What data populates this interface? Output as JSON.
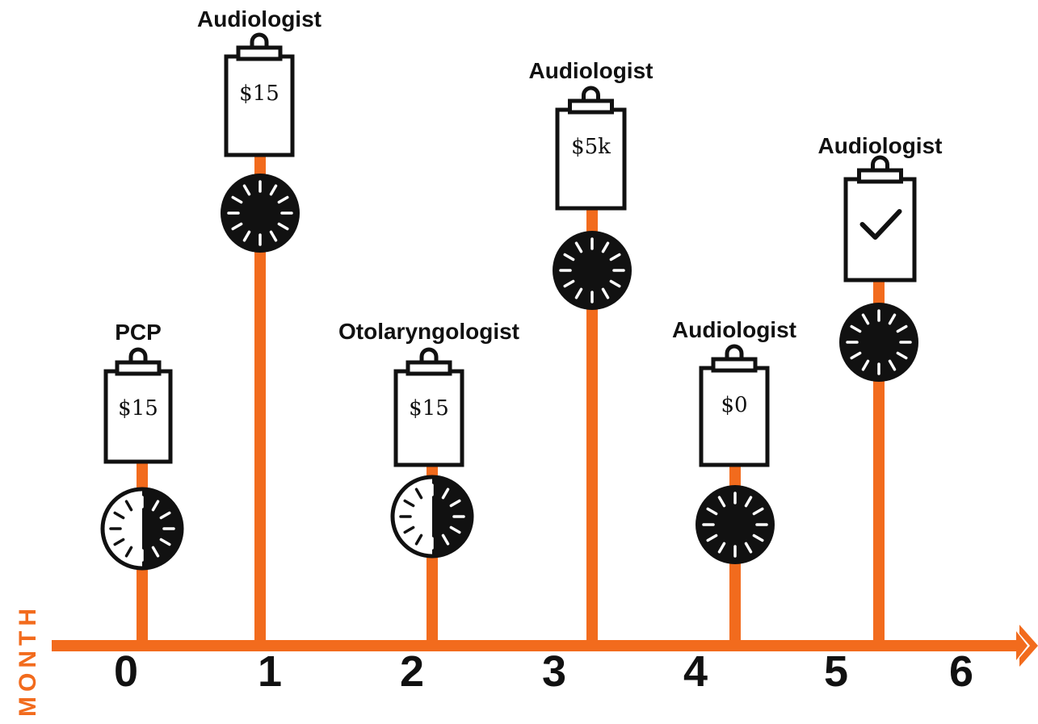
{
  "colors": {
    "accent": "#f26b1d",
    "ink": "#111111",
    "paper": "#ffffff"
  },
  "axis": {
    "title": "MONTH",
    "ticks": [
      "0",
      "1",
      "2",
      "3",
      "4",
      "5",
      "6"
    ]
  },
  "events": [
    {
      "provider": "PCP",
      "fee": "$15",
      "clipboard_icon": "clipboard-icon",
      "clock_icon": "half-clock-icon"
    },
    {
      "provider": "Audiologist",
      "fee": "$15",
      "clipboard_icon": "clipboard-icon",
      "clock_icon": "full-clock-icon"
    },
    {
      "provider": "Otolaryngologist",
      "fee": "$15",
      "clipboard_icon": "clipboard-icon",
      "clock_icon": "half-clock-icon"
    },
    {
      "provider": "Audiologist",
      "fee": "$5k",
      "clipboard_icon": "clipboard-icon",
      "clock_icon": "full-clock-icon"
    },
    {
      "provider": "Audiologist",
      "fee": "$0",
      "clipboard_icon": "clipboard-icon",
      "clock_icon": "full-clock-icon"
    },
    {
      "provider": "Audiologist",
      "fee": "",
      "clipboard_icon": "clipboard-check-icon",
      "clock_icon": "full-clock-icon"
    }
  ]
}
